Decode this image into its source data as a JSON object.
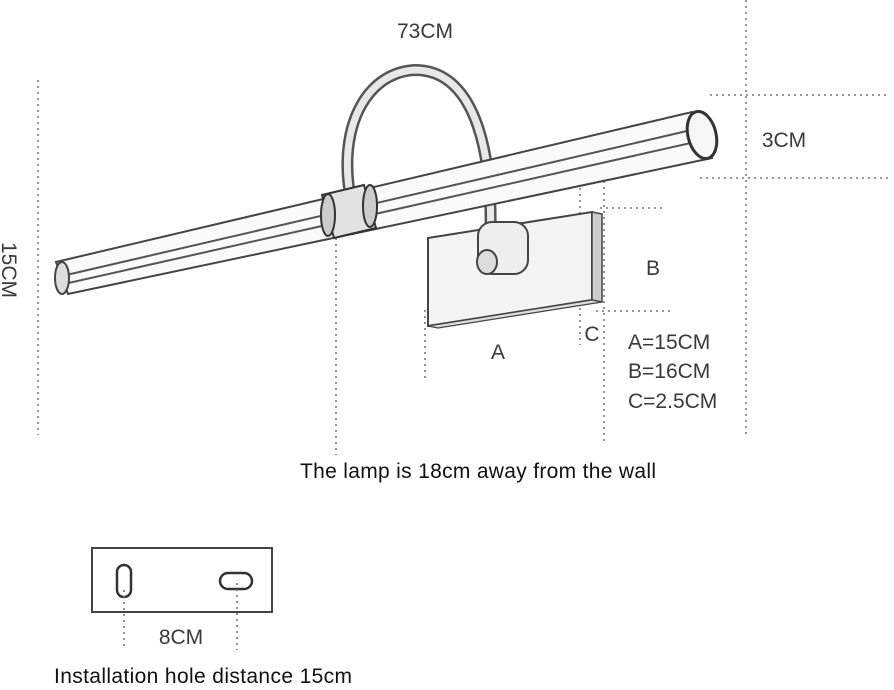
{
  "dimensions": {
    "length": "73CM",
    "tube_diameter": "3CM",
    "height": "15CM",
    "label_a": "A",
    "label_b": "B",
    "label_c": "C",
    "spec_a": "A=15CM",
    "spec_b": "B=16CM",
    "spec_c": "C=2.5CM"
  },
  "caption": "The lamp is 18cm away from the wall",
  "mounting": {
    "hole_spacing": "8CM",
    "caption": "Installation hole distance 15cm"
  }
}
